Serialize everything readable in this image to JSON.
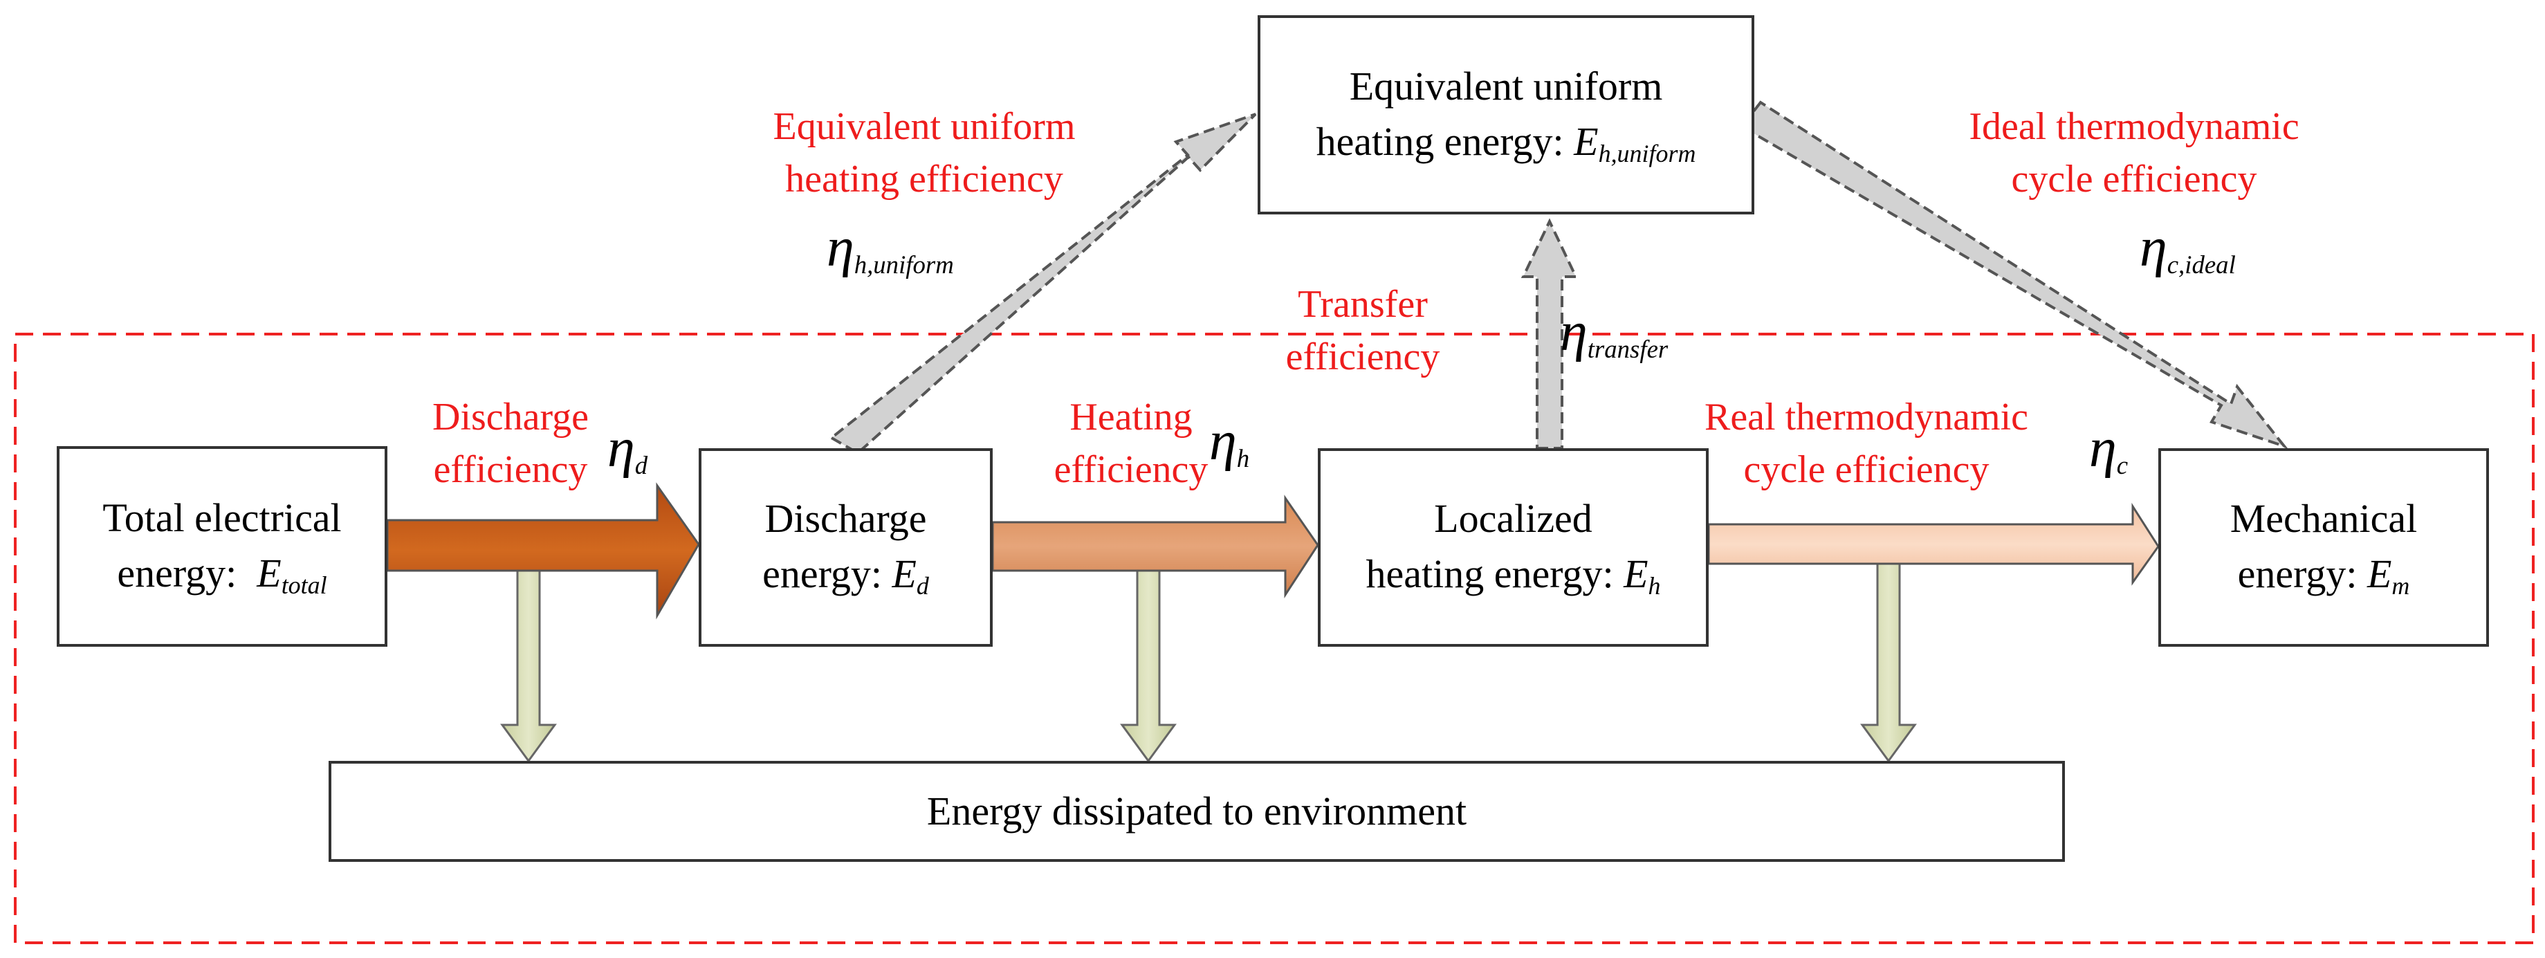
{
  "nodes": {
    "total": {
      "line1": "Total electrical",
      "line2": "energy:",
      "symbol": "E",
      "sub": "total"
    },
    "discharge": {
      "line1": "Discharge",
      "line2": "energy:",
      "symbol": "E",
      "sub": "d"
    },
    "localized": {
      "line1": "Localized",
      "line2": "heating energy:",
      "symbol": "E",
      "sub": "h"
    },
    "mechanical": {
      "line1": "Mechanical",
      "line2": "energy:",
      "symbol": "E",
      "sub": "m"
    },
    "uniform": {
      "line1": "Equivalent uniform",
      "line2": "heating energy:",
      "symbol": "E",
      "sub": "h,uniform"
    },
    "dissipated": {
      "text": "Energy dissipated to environment"
    }
  },
  "labels": {
    "discharge_eff": [
      "Discharge",
      "efficiency"
    ],
    "heating_eff": [
      "Heating",
      "efficiency"
    ],
    "real_cycle_eff": [
      "Real thermodynamic",
      "cycle efficiency"
    ],
    "uniform_eff": [
      "Equivalent uniform",
      "heating efficiency"
    ],
    "ideal_cycle_eff": [
      "Ideal thermodynamic",
      "cycle efficiency"
    ],
    "transfer_eff": [
      "Transfer",
      "efficiency"
    ]
  },
  "etas": {
    "d": {
      "symbol": "η",
      "sub": "d"
    },
    "h": {
      "symbol": "η",
      "sub": "h"
    },
    "c": {
      "symbol": "η",
      "sub": "c"
    },
    "h_uniform": {
      "symbol": "η",
      "sub": "h,uniform"
    },
    "c_ideal": {
      "symbol": "η",
      "sub": "c,ideal"
    },
    "transfer": {
      "symbol": "η",
      "sub": "transfer"
    }
  },
  "colors": {
    "label_red": "#ee1c1c",
    "dashed_border": "#ee2222",
    "arrow_dark": "#c0581a",
    "arrow_mid": "#d9905e",
    "arrow_light": "#f7cdb0",
    "arrow_gray": "#d2d2d2",
    "arrow_olive": "#d6dcb2"
  }
}
